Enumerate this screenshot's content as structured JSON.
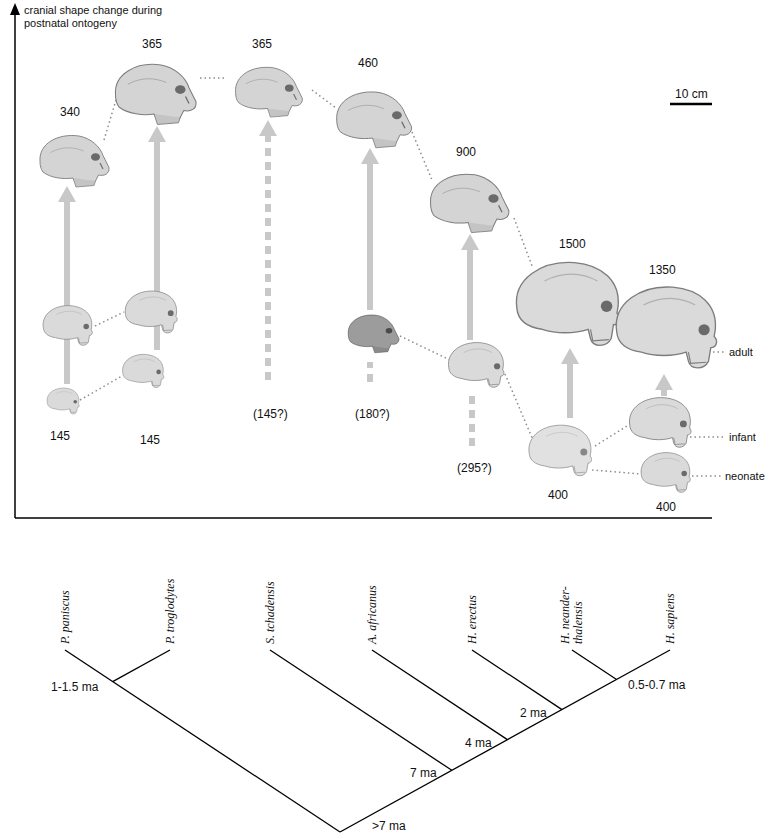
{
  "diagram": {
    "labels": [
      "cranial shape change during postnatal ontogeny",
      "340",
      "365",
      "365",
      "460",
      "900",
      "1500",
      "1350",
      "10 cm",
      "adult",
      "infant",
      "neonate",
      "145",
      "145",
      "(145?)",
      "(180?)",
      "(295?)",
      "400",
      "400",
      "P. paniscus",
      "P. troglodytes",
      "S. tchadensis",
      "A. africanus",
      "H. erectus",
      "H. neander- thalensis",
      "H. sapiens",
      "1-1.5 ma",
      "7 ma",
      "4 ma",
      "2 ma",
      "0.5-0.7 ma",
      ">7 ma"
    ]
  }
}
